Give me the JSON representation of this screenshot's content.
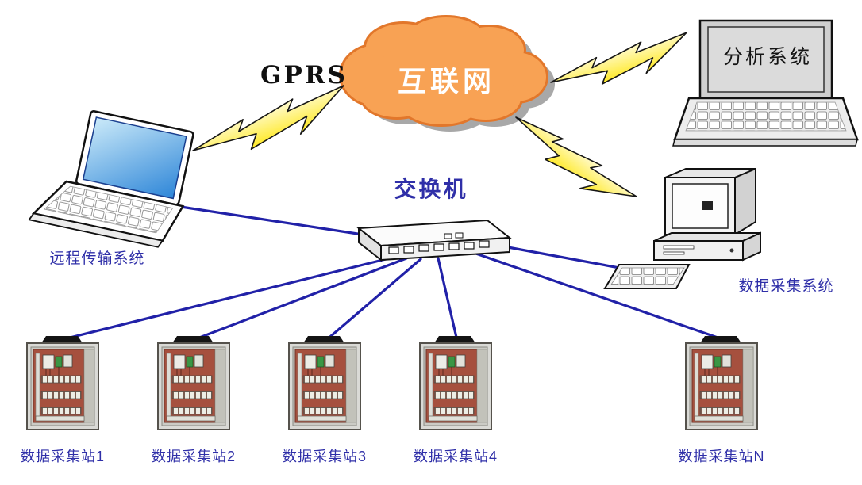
{
  "diagram": {
    "gprs_label": "GPRS",
    "internet_label": "互联网",
    "switch_label": "交换机",
    "remote_transmission_label": "远程传输系统",
    "analysis_system_label": "分析系统",
    "data_acquisition_system_label": "数据采集系统",
    "stations": [
      {
        "label": "数据采集站1"
      },
      {
        "label": "数据采集站2"
      },
      {
        "label": "数据采集站3"
      },
      {
        "label": "数据采集站4"
      },
      {
        "label": "数据采集站N"
      }
    ]
  },
  "colors": {
    "cloud_fill": "#F8A254",
    "cloud_stroke": "#E2772B",
    "cloud_shadow": "#A8A8A8",
    "lightning_fill": "#FFE81A",
    "connection_blue": "#2121A8",
    "label_blue": "#2F2FA8",
    "cabinet_panel": "#A6503E",
    "laptop_screen_blue": "#2E86D8"
  }
}
